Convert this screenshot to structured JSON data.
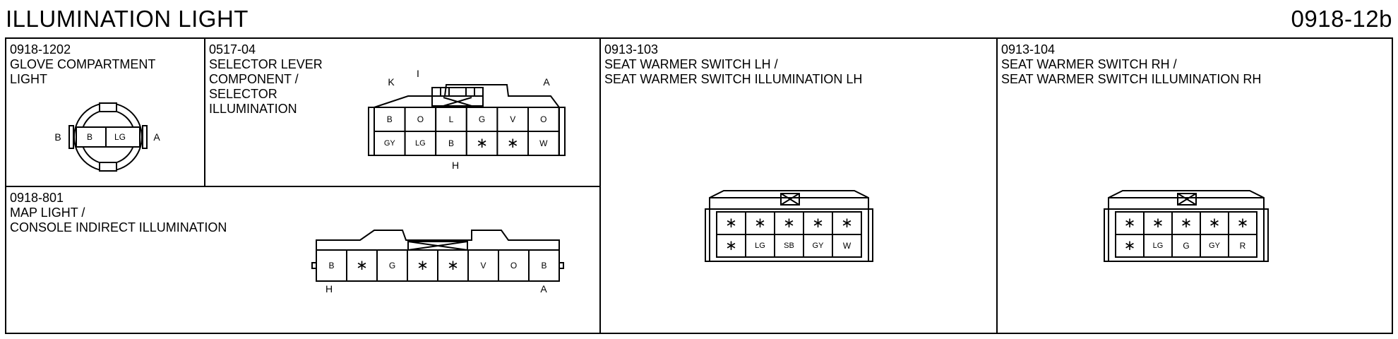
{
  "header": {
    "title": "ILLUMINATION LIGHT",
    "code": "0918-12b"
  },
  "panels": {
    "glove": {
      "code": "0918-1202",
      "name_lines": [
        "GLOVE COMPARTMENT",
        "LIGHT"
      ],
      "pins": [
        "B",
        "LG"
      ],
      "end_labels": [
        "B",
        "A"
      ]
    },
    "selector": {
      "code": "0517-04",
      "name_lines": [
        "SELECTOR LEVER",
        "COMPONENT /",
        "SELECTOR",
        "ILLUMINATION"
      ],
      "corner_labels": [
        "K",
        "I",
        "A",
        "H"
      ],
      "rows": [
        [
          "B",
          "O",
          "L",
          "G",
          "V",
          "O"
        ],
        [
          "GY",
          "LG",
          "B",
          "∗",
          "∗",
          "W"
        ]
      ]
    },
    "map": {
      "code": "0918-801",
      "name_lines": [
        "MAP LIGHT /",
        "CONSOLE INDIRECT ILLUMINATION"
      ],
      "pins": [
        "B",
        "∗",
        "G",
        "∗",
        "∗",
        "V",
        "O",
        "B"
      ],
      "end_labels": [
        "H",
        "A"
      ]
    },
    "seat_lh": {
      "code": "0913-103",
      "name_lines": [
        "SEAT WARMER SWITCH LH /",
        "SEAT WARMER SWITCH ILLUMINATION LH"
      ],
      "rows": [
        [
          "∗",
          "∗",
          "∗",
          "∗",
          "∗"
        ],
        [
          "∗",
          "LG",
          "SB",
          "GY",
          "W"
        ]
      ]
    },
    "seat_rh": {
      "code": "0913-104",
      "name_lines": [
        "SEAT WARMER SWITCH RH /",
        "SEAT WARMER SWITCH ILLUMINATION RH"
      ],
      "rows": [
        [
          "∗",
          "∗",
          "∗",
          "∗",
          "∗"
        ],
        [
          "∗",
          "LG",
          "G",
          "GY",
          "R"
        ]
      ]
    }
  }
}
